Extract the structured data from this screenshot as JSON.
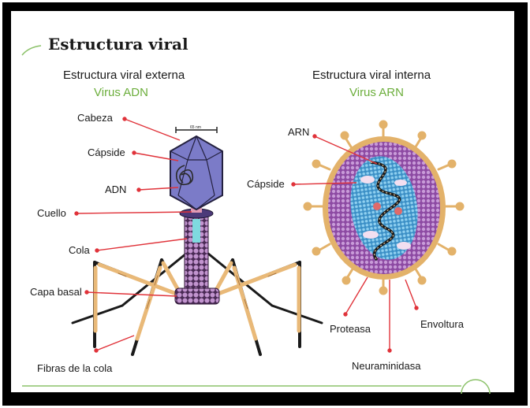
{
  "title": "Estructura viral",
  "left": {
    "heading": "Estructura viral externa",
    "virus_type": "Virus ADN",
    "scale_label": "65 nm",
    "labels": {
      "cabeza": "Cabeza",
      "capside": "Cápside",
      "adn": "ADN",
      "cuello": "Cuello",
      "cola": "Cola",
      "capa_basal": "Capa basal",
      "fibras": "Fibras de la cola"
    }
  },
  "right": {
    "heading": "Estructura viral interna",
    "virus_type": "Virus ARN",
    "labels": {
      "arn": "ARN",
      "capside": "Cápside",
      "proteasa": "Proteasa",
      "envoltura": "Envoltura",
      "neuraminidasa": "Neuraminidasa"
    }
  },
  "colors": {
    "accent_green": "#6cae3c",
    "pointer_red": "#e0333a",
    "capsid_purple": "#7a79c2",
    "envelope_gold": "#e3b26a",
    "interior_purple": "#8e4fa8",
    "nucleo_blue": "#4fa8d8"
  }
}
